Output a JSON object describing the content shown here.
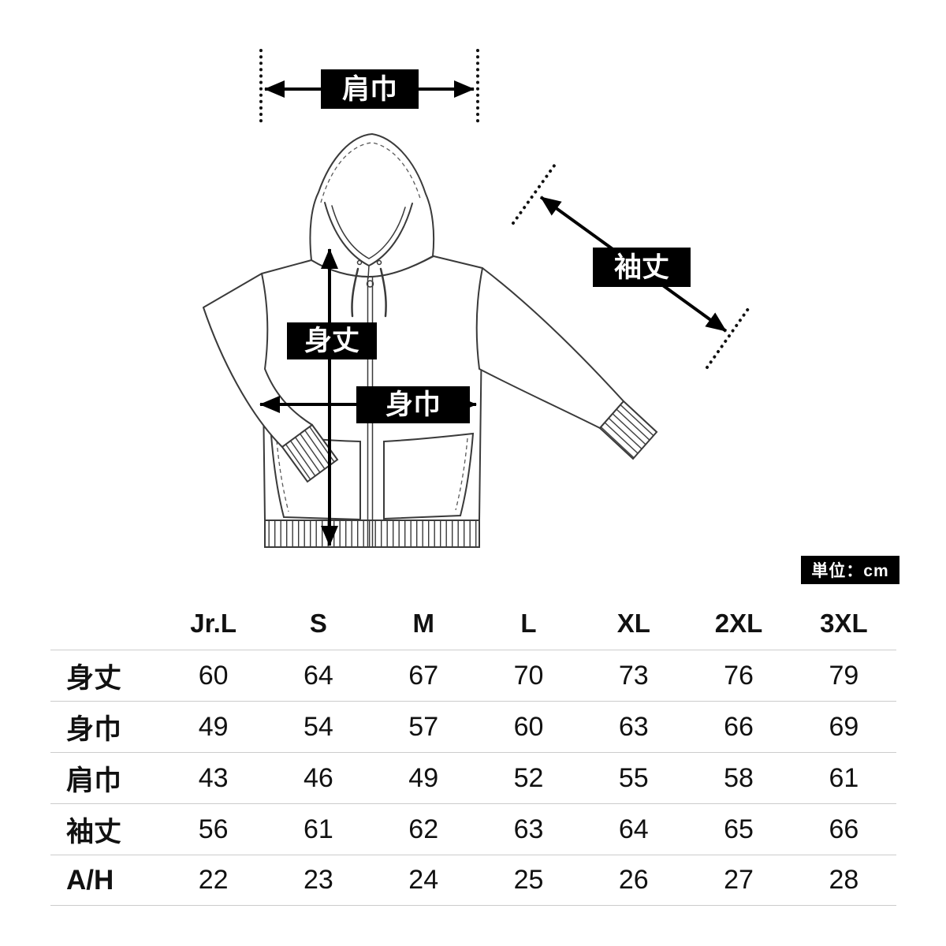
{
  "unit_badge": "単位：cm",
  "diagram": {
    "labels": {
      "shoulder_width": "肩巾",
      "sleeve_length": "袖丈",
      "body_length": "身丈",
      "body_width": "身巾"
    }
  },
  "table": {
    "columns": [
      "Jr.L",
      "S",
      "M",
      "L",
      "XL",
      "2XL",
      "3XL"
    ],
    "rows": [
      {
        "label": "身丈",
        "values": [
          "60",
          "64",
          "67",
          "70",
          "73",
          "76",
          "79"
        ]
      },
      {
        "label": "身巾",
        "values": [
          "49",
          "54",
          "57",
          "60",
          "63",
          "66",
          "69"
        ]
      },
      {
        "label": "肩巾",
        "values": [
          "43",
          "46",
          "49",
          "52",
          "55",
          "58",
          "61"
        ]
      },
      {
        "label": "袖丈",
        "values": [
          "56",
          "61",
          "62",
          "63",
          "64",
          "65",
          "66"
        ]
      },
      {
        "label": "A/H",
        "values": [
          "22",
          "23",
          "24",
          "25",
          "26",
          "27",
          "28"
        ]
      }
    ]
  },
  "colors": {
    "label_bg": "#000000",
    "label_text": "#ffffff",
    "line_art": "#3a3a3a",
    "table_divider": "#cccccc",
    "text": "#111111"
  }
}
